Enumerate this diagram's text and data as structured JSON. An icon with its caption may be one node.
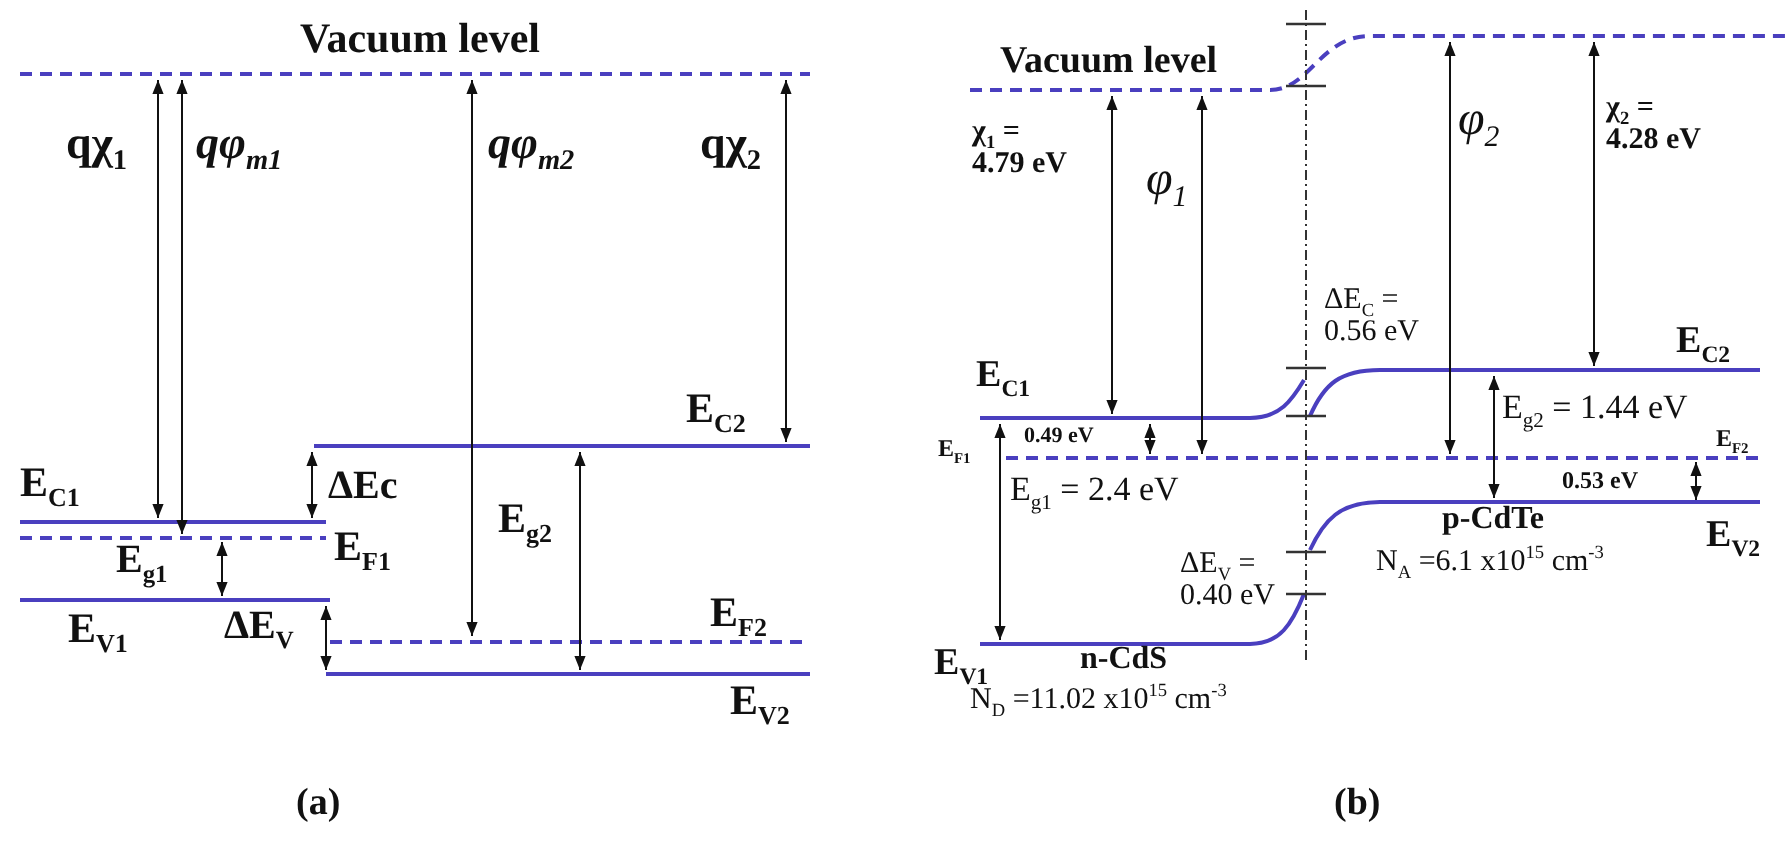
{
  "diagram": {
    "labels": [
      "Vacuum level",
      "qχ$_{1}$",
      "qφ$_{m1}$",
      "qφ$_{m2}$",
      "qχ$_{2}$",
      "E$_{C2}$",
      "E$_{C1}$",
      "ΔEc",
      "E$_{g1}$",
      "E$_{F1}$",
      "E$_{g2}$",
      "E$_{V1}$",
      "ΔE$_{V}$",
      "E$_{F2}$",
      "E$_{V2}$",
      "(a)",
      "Vacuum level",
      "χ$_{1}$ = 4.79 eV",
      "φ$_{1}$",
      "φ$_{2}$",
      "χ$_{2}$ = 4.28 eV",
      "ΔE$_{C}$ = 0.56 eV",
      "E$_{C1}$",
      "E$_{C2}$",
      "0.49 eV",
      "E$_{F1}$",
      "E$_{g2}$ = 1.44 eV",
      "E$_{F2}$",
      "E$_{g1}$ = 2.4 eV",
      "0.53 eV",
      "p-CdTe",
      "E$_{V2}$",
      "ΔE$_{V}$ = 0.40 eV",
      "N$_{A}$ =6.1 x10$^{15}$ cm$^{-3}$",
      "E$_{V1}$",
      "n-CdS",
      "N$_{D}$ =11.02 x10$^{15}$ cm$^{-3}$",
      "(b)"
    ]
  }
}
